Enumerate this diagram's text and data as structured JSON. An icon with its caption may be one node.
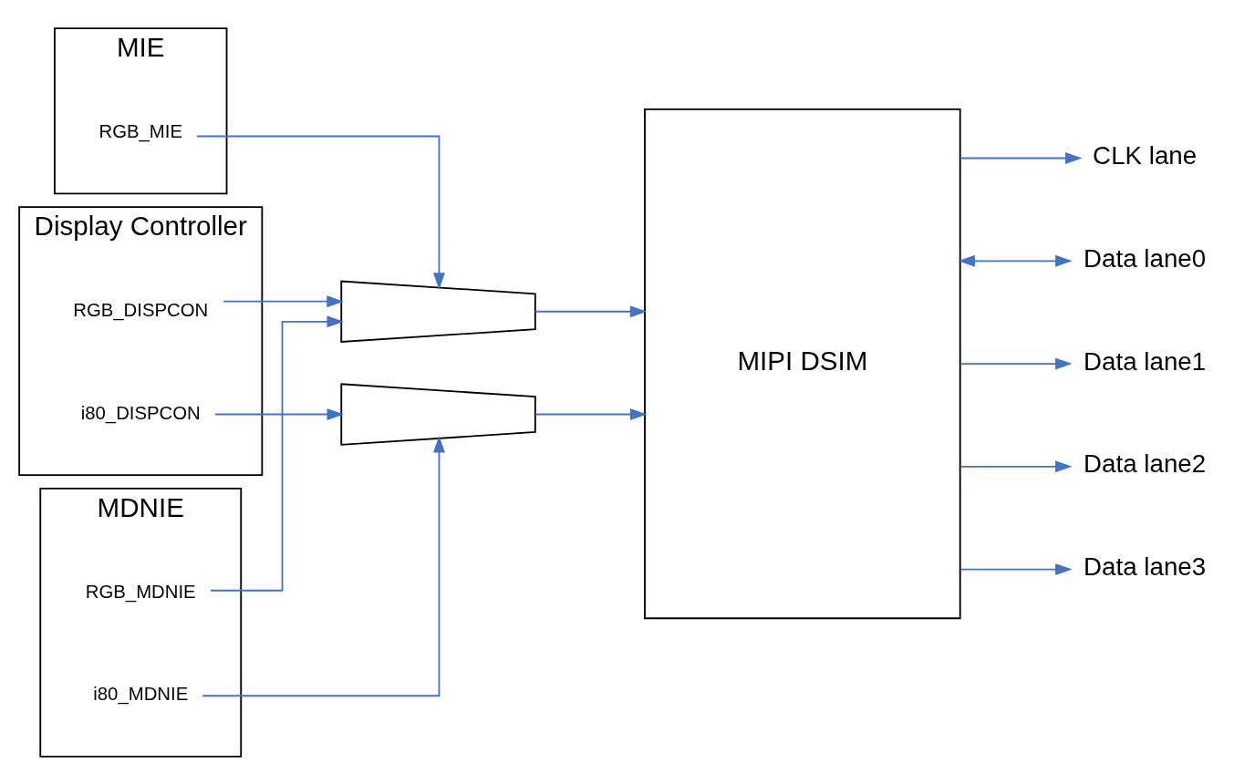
{
  "diagram": {
    "nodes": [
      {
        "text": [
          "MIE"
        ]
      },
      {
        "text": [
          "RGB_MIE"
        ],
        "in": 0
      },
      {
        "text": [
          "MDNIE"
        ]
      },
      {
        "text": [
          "RGB_MDNIE"
        ],
        "in": 2
      },
      {
        "text": [
          "i80_MDNIE"
        ],
        "in": 2
      },
      {
        "text": [
          "Display Controller"
        ]
      },
      {
        "text": [
          "RGB_DISPCON"
        ],
        "in": 5
      },
      {
        "text": [
          "i80_DISPCON"
        ],
        "in": 5
      },
      {
        "text": [],
        "shape": "trapezoid"
      },
      {
        "text": [],
        "shape": "trapezoid"
      },
      {
        "text": [
          "MIPI DSIM"
        ]
      },
      {
        "text": [
          "CLK lane"
        ]
      },
      {
        "text": [
          "Data lane0"
        ]
      },
      {
        "text": [
          "Data lane1"
        ]
      },
      {
        "text": [
          "Data lane2"
        ]
      },
      {
        "text": [
          "Data lane3"
        ]
      }
    ],
    "edges": [
      {
        "from": 1,
        "to": 8,
        "arrow": "to"
      },
      {
        "from": 3,
        "to": 8,
        "arrow": "to"
      },
      {
        "from": 6,
        "to": 8,
        "arrow": "to"
      },
      {
        "from": 4,
        "to": 9,
        "arrow": "to"
      },
      {
        "from": 7,
        "to": 9,
        "arrow": "to"
      },
      {
        "from": 8,
        "to": 10,
        "arrow": "to"
      },
      {
        "from": 9,
        "to": 10,
        "arrow": "to"
      },
      {
        "from": 10,
        "to": 11,
        "arrow": "to"
      },
      {
        "from": 10,
        "to": 12,
        "arrow": "both"
      },
      {
        "from": 10,
        "to": 13,
        "arrow": "to"
      },
      {
        "from": 10,
        "to": 14,
        "arrow": "to"
      },
      {
        "from": 10,
        "to": 15,
        "arrow": "to"
      }
    ]
  }
}
